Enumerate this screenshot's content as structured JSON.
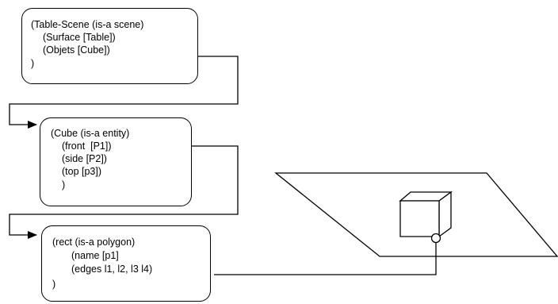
{
  "frames": {
    "table_scene": {
      "header": "(Table-Scene (is-a scene)",
      "slots": [
        "(Surface [Table])",
        "(Objets [Cube])"
      ],
      "close": ")"
    },
    "cube": {
      "header": "(Cube (is-a entity)",
      "slots": [
        "(front  [P1])",
        "(side [P2])",
        "(top [p3])"
      ],
      "close": ")"
    },
    "rect": {
      "header": "(rect (is-a polygon)",
      "slots": [
        "(name [p1]",
        "(edges l1, l2, l3 l4)"
      ],
      "close": ")"
    }
  },
  "colors": {
    "stroke": "#000000",
    "background": "#ffffff"
  },
  "icons": {
    "arrow": "arrowhead",
    "marker": "circle-marker"
  }
}
